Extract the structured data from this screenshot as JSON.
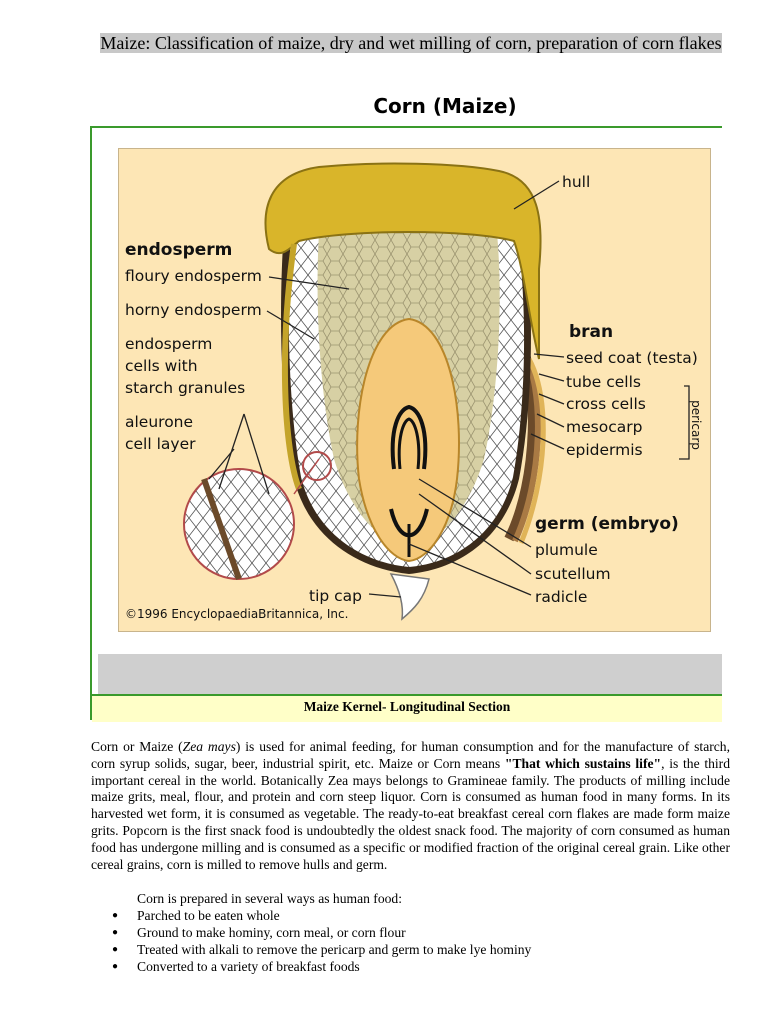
{
  "header": {
    "title": "Maize: Classification of maize, dry and wet milling of corn, preparation of corn flakes",
    "subtitle": "Corn (Maize)"
  },
  "figure": {
    "caption": "Maize Kernel- Longitudinal Section",
    "labels": {
      "hull": "hull",
      "endosperm": "endosperm",
      "floury": "floury endosperm",
      "horny": "horny endosperm",
      "cells1": "endosperm",
      "cells2": "cells with",
      "cells3": "starch granules",
      "aleurone1": "aleurone",
      "aleurone2": "cell layer",
      "bran": "bran",
      "seed_coat": "seed coat (testa)",
      "tube_cells": "tube cells",
      "cross_cells": "cross cells",
      "mesocarp": "mesocarp",
      "epidermis": "epidermis",
      "pericarp": "pericarp",
      "germ": "germ (embryo)",
      "plumule": "plumule",
      "scutellum": "scutellum",
      "radicle": "radicle",
      "tip_cap": "tip cap",
      "copyright": "©1996 EncyclopaediaBritannica, Inc."
    },
    "colors": {
      "hull": "#d9b52a",
      "background": "#fde6b5",
      "germ": "#f5c97a",
      "border": "#3a9a2c",
      "caption_bg": "#ffffc8"
    }
  },
  "body": {
    "p_a": "Corn or Maize (",
    "p_b": "Zea mays",
    "p_c": ") is used for animal feeding, for human consumption and for the manufacture of starch, corn syrup solids, sugar, beer, industrial spirit, etc. Maize or Corn means ",
    "p_d": "\"That which sustains life\"",
    "p_e": ", is the third important cereal in the world. Botanically Zea mays belongs to Gramineae family. The products of milling include maize grits, meal, flour, and protein and corn steep liquor. Corn is consumed as human food in many forms. In its harvested wet form, it is consumed as vegetable. The ready-to-eat breakfast cereal corn flakes are made form maize grits. Popcorn is the first snack food is undoubtedly the oldest snack food. The majority of corn consumed as human food has undergone milling and is consumed as a specific or modified fraction of the original cereal grain. Like other cereal grains, corn is milled to remove hulls and germ.",
    "intro": "Corn is prepared in several ways as human food:",
    "bullets": [
      "Parched to be eaten whole",
      "Ground to make hominy, corn meal, or corn flour",
      "Treated with alkali to remove the pericarp and germ to make lye hominy",
      "Converted to a variety of breakfast foods"
    ]
  }
}
